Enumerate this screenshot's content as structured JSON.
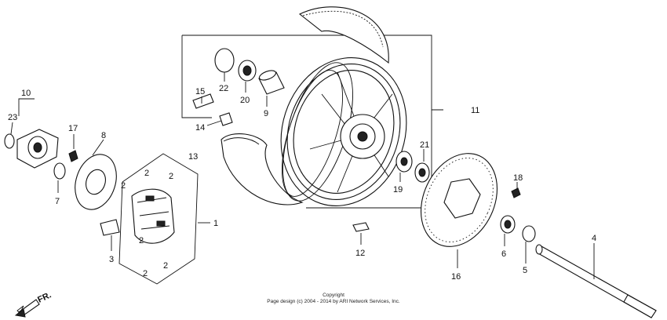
{
  "callouts": {
    "c1": "1",
    "c2a": "2",
    "c2b": "2",
    "c2c": "2",
    "c2d": "2",
    "c2e": "2",
    "c2f": "2",
    "c3": "3",
    "c4": "4",
    "c5": "5",
    "c6": "6",
    "c7": "7",
    "c8": "8",
    "c9": "9",
    "c10": "10",
    "c11": "11",
    "c12": "12",
    "c13": "13",
    "c14": "14",
    "c15": "15",
    "c16": "16",
    "c17": "17",
    "c18": "18",
    "c19": "19",
    "c20": "20",
    "c21": "21",
    "c22": "22",
    "c23": "23"
  },
  "copyright": {
    "line1": "Copyright",
    "line2": "Page design (c) 2004 - 2014 by ARI Network Services, Inc."
  },
  "direction_label": "FR."
}
